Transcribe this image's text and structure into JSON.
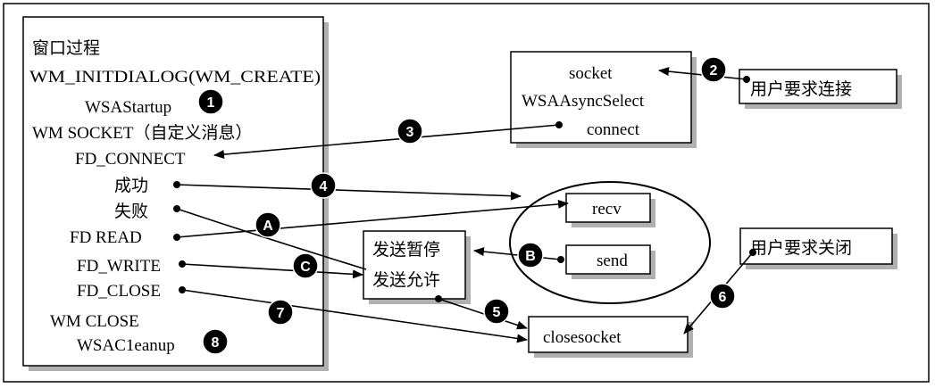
{
  "main_box": {
    "lines": [
      "窗口过程",
      "WM_INITDIALOG(WM_CREATE)",
      "WSAStartup",
      "WM SOCKET（自定义消息）",
      "FD_CONNECT",
      "成功",
      "失败",
      "FD READ",
      "FD_WRITE",
      "FD_CLOSE",
      "WM CLOSE",
      "WSAC1eanup"
    ]
  },
  "socket_box": {
    "lines": [
      "socket",
      "WSAAsyncSelect",
      "connect"
    ]
  },
  "user_connect": "用户要求连接",
  "user_close": "用户要求关闭",
  "send_state": {
    "lines": [
      "发送暂停",
      "发送允许"
    ]
  },
  "recv": "recv",
  "send": "send",
  "closesocket": "closesocket",
  "badges": {
    "b1": "1",
    "b2": "2",
    "b3": "3",
    "b4": "4",
    "b5": "5",
    "b6": "6",
    "b7": "7",
    "b8": "8",
    "bA": "A",
    "bB": "B",
    "bC": "C"
  },
  "colors": {
    "line": "#000000",
    "shadow": "#b0b0b0",
    "badge": "#000000"
  }
}
